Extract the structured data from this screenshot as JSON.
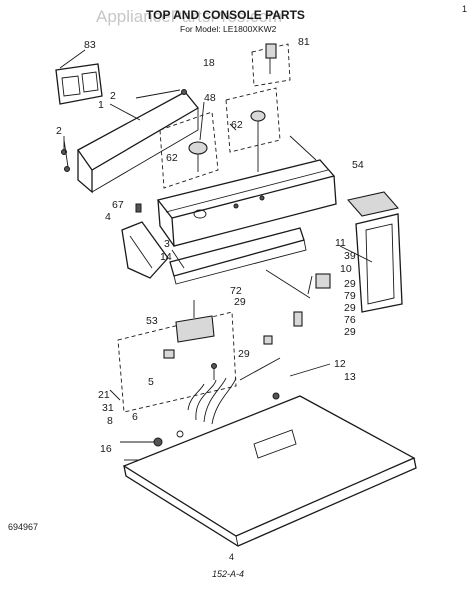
{
  "header": {
    "watermark": "AppliancePartsPros.com",
    "title": "TOP AND CONSOLE PARTS",
    "subtitle": "For Model: LE1800XKW2",
    "corner_mark": "1"
  },
  "callouts": [
    "83",
    "1",
    "2",
    "2",
    "48",
    "18",
    "81",
    "62",
    "62",
    "54",
    "67",
    "4",
    "3",
    "14",
    "53",
    "72",
    "29",
    "11",
    "39",
    "10",
    "29",
    "79",
    "29",
    "76",
    "29",
    "29",
    "21",
    "5",
    "12",
    "13",
    "31",
    "6",
    "8",
    "16"
  ],
  "footer": {
    "code": "694967",
    "page_number": "4",
    "ref": "152-A-4"
  }
}
